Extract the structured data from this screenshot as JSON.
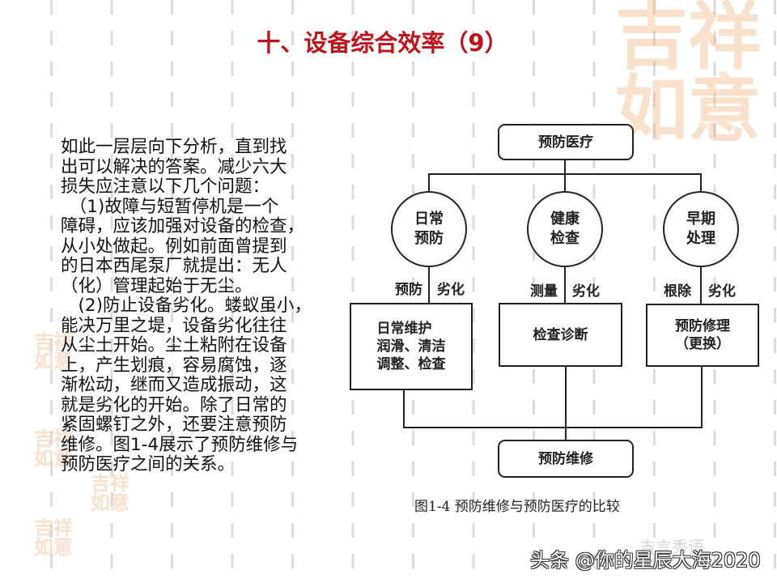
{
  "slide": {
    "title": "十、设备综合效率（9）",
    "title_color": "#c0141c",
    "body_lines": [
      "如此一层层向下分析，直到找",
      "出可以解决的答案。减少六大",
      "损失应注意以下几个问题：",
      "　（1)故障与短暂停机是一个",
      "障碍，应该加强对设备的检查，",
      "从小处做起。例如前面曾提到",
      "的日本西尾泵厂就提出：无人",
      "（化）管理起始于无尘。",
      "　(2)防止设备劣化。蝼蚁虽小，",
      "能决万里之堤，设备劣化往往",
      "从尘土开始。尘土粘附在设备",
      "上，产生划痕，容易腐蚀，逐",
      "渐松动，继而又造成振动，这",
      "就是劣化的开始。除了日常的",
      "紧固螺钉之外，还要注意预防",
      "维修。图1-4展示了预防维修与",
      "预防医疗之间的关系。"
    ]
  },
  "diagram": {
    "top": "预防医疗",
    "bottom": "预防维修",
    "branches": [
      {
        "circle": [
          "日常",
          "预防"
        ],
        "left_label": "预防",
        "right_label": "劣化",
        "box": [
          "日常维护",
          "润滑、清洁",
          "调整、检查"
        ]
      },
      {
        "circle": [
          "健康",
          "检查"
        ],
        "left_label": "测量",
        "right_label": "劣化",
        "box": [
          "检查诊断"
        ]
      },
      {
        "circle": [
          "早期",
          "处理"
        ],
        "left_label": "根除",
        "right_label": "劣化",
        "box": [
          "预防修理",
          "（更换）"
        ]
      }
    ],
    "caption": "图1-4 预防维修与预防医疗的比较"
  },
  "watermarks": {
    "seal_text": "吉祥如意",
    "faint_text": "吉言秀语",
    "footer": "头条 @你的星辰大海2020"
  }
}
